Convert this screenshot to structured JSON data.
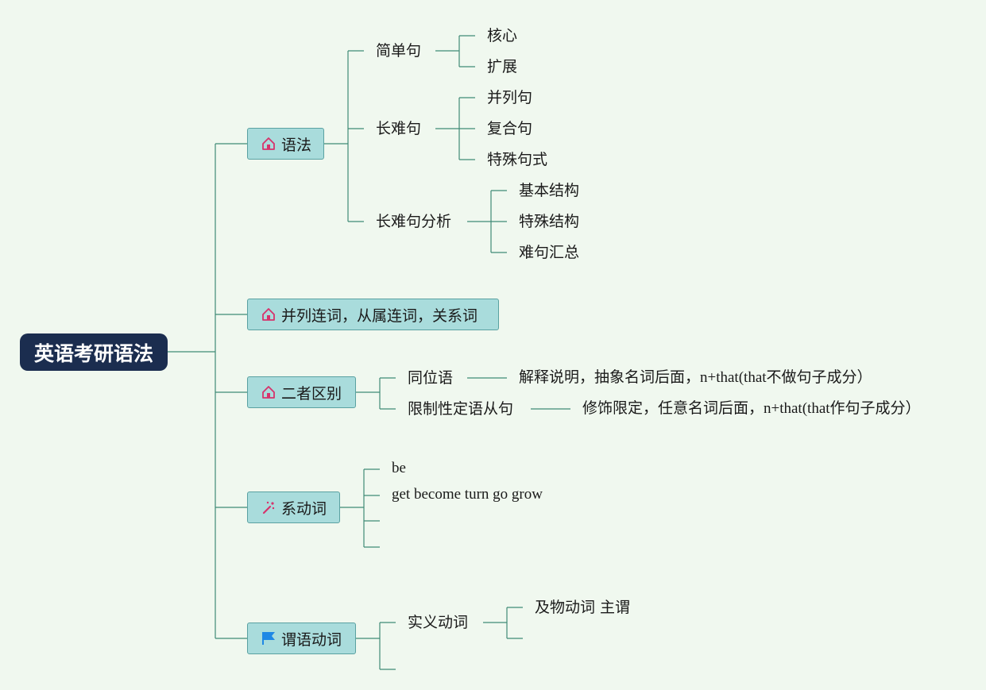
{
  "root": {
    "label": "英语考研语法"
  },
  "branches": {
    "grammar": {
      "label": "语法",
      "icon": "home-icon",
      "children": {
        "simple": {
          "label": "简单句",
          "items": [
            "核心",
            "扩展"
          ]
        },
        "complex": {
          "label": "长难句",
          "items": [
            "并列句",
            "复合句",
            "特殊句式"
          ]
        },
        "analysis": {
          "label": "长难句分析",
          "items": [
            "基本结构",
            "特殊结构",
            "难句汇总"
          ]
        }
      }
    },
    "conjunctions": {
      "label": "并列连词，从属连词，关系词",
      "icon": "home-icon"
    },
    "difference": {
      "label": "二者区别",
      "icon": "home-icon",
      "children": {
        "appositive": {
          "label": "同位语",
          "note": "解释说明，抽象名词后面，n+that(that不做句子成分）"
        },
        "attributive": {
          "label": "限制性定语从句",
          "note": "修饰限定，任意名词后面，n+that(that作句子成分）"
        }
      }
    },
    "linking": {
      "label": "系动词",
      "icon": "magic-wand-icon",
      "items": [
        "be",
        "get become turn go grow",
        "",
        ""
      ]
    },
    "predicate": {
      "label": "谓语动词",
      "icon": "flag-icon",
      "children": {
        "notional": {
          "label": "实义动词",
          "items": [
            "及物动词 主谓",
            ""
          ]
        }
      }
    }
  },
  "colors": {
    "background": "#f0f8ef",
    "root_fill": "#1b2d4f",
    "branch_fill": "#a9dcdc",
    "line": "#3f8a76",
    "home_icon": "#d6336c",
    "flag_icon": "#1e88e5"
  }
}
